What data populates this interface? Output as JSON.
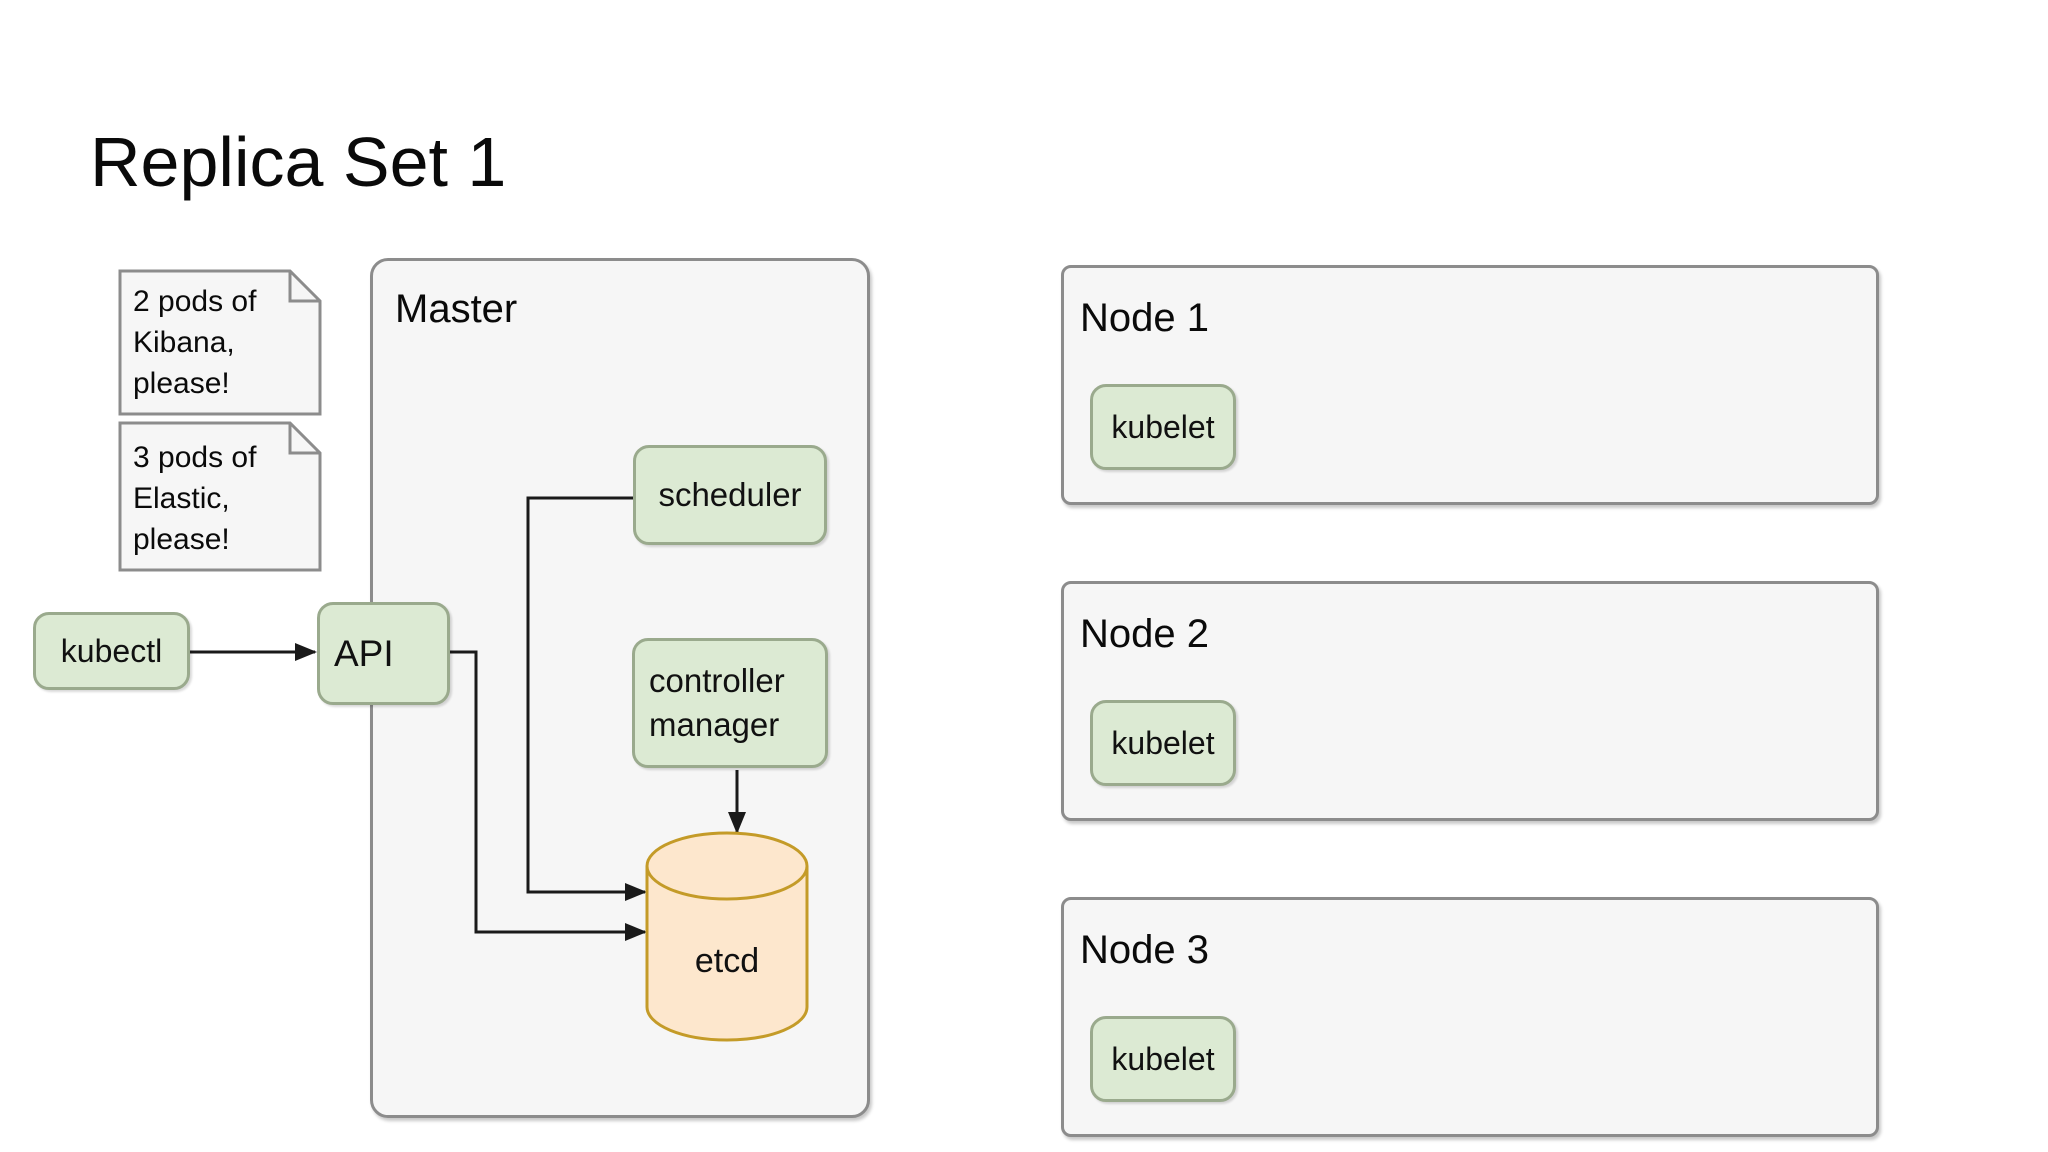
{
  "title": "Replica Set 1",
  "notes": [
    {
      "text": "2 pods of\nKibana,\nplease!"
    },
    {
      "text": "3 pods of\nElastic,\nplease!"
    }
  ],
  "kubectl": {
    "label": "kubectl"
  },
  "master": {
    "label": "Master",
    "api": "API",
    "scheduler": "scheduler",
    "controller_manager": "controller\nmanager",
    "etcd": "etcd"
  },
  "nodes": [
    {
      "label": "Node 1",
      "kubelet": "kubelet"
    },
    {
      "label": "Node 2",
      "kubelet": "kubelet"
    },
    {
      "label": "Node 3",
      "kubelet": "kubelet"
    }
  ],
  "colors": {
    "component_fill": "#dcead3",
    "component_stroke": "#9aaa8d",
    "container_fill": "#f6f6f6",
    "container_stroke": "#8c8c8c",
    "etcd_fill": "#fde7cd",
    "etcd_stroke": "#c49b28",
    "connector": "#1a1a1a"
  }
}
